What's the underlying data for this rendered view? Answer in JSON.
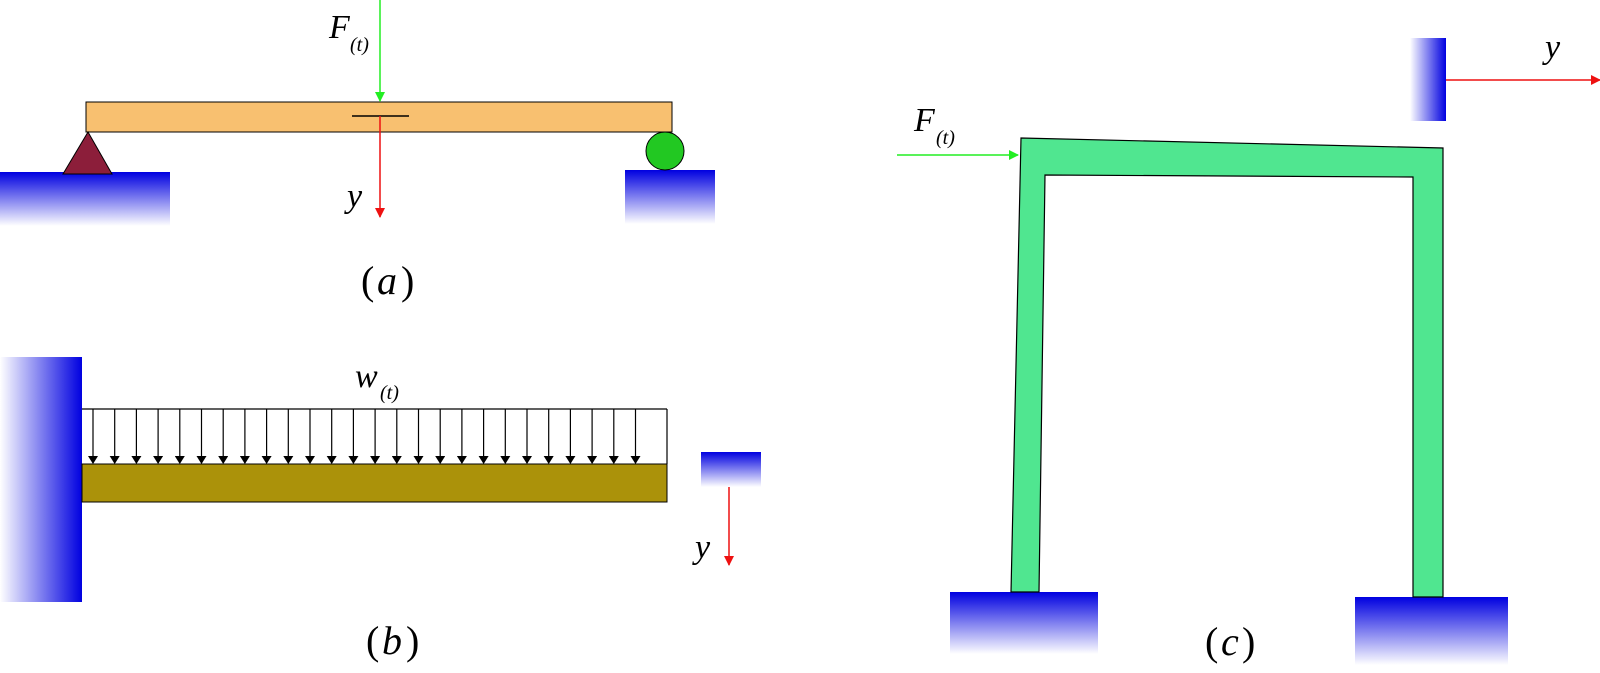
{
  "panels": {
    "a": {
      "force_label": "F",
      "force_subscript": "(t)",
      "axis_label": "y",
      "caption_open": "(",
      "caption_letter": "a",
      "caption_close": ")"
    },
    "b": {
      "load_label": "w",
      "load_subscript": "(t)",
      "axis_label": "y",
      "caption_open": "(",
      "caption_letter": "b",
      "caption_close": ")"
    },
    "c": {
      "force_label": "F",
      "force_subscript": "(t)",
      "axis_label": "y",
      "caption_open": "(",
      "caption_letter": "c",
      "caption_close": ")"
    }
  },
  "colors": {
    "beam_a": "#f8c070",
    "beam_b": "#ab920a",
    "frame_c": "#50e690",
    "pin_support": "#8c1e3a",
    "roller": "#22c822",
    "ground": "#0000e0",
    "force_arrow": "#22ee22",
    "axis_arrow": "#ee1111"
  },
  "icons": [
    "pin-support-icon",
    "roller-support-icon",
    "fixed-wall-icon",
    "ground-block-icon"
  ]
}
